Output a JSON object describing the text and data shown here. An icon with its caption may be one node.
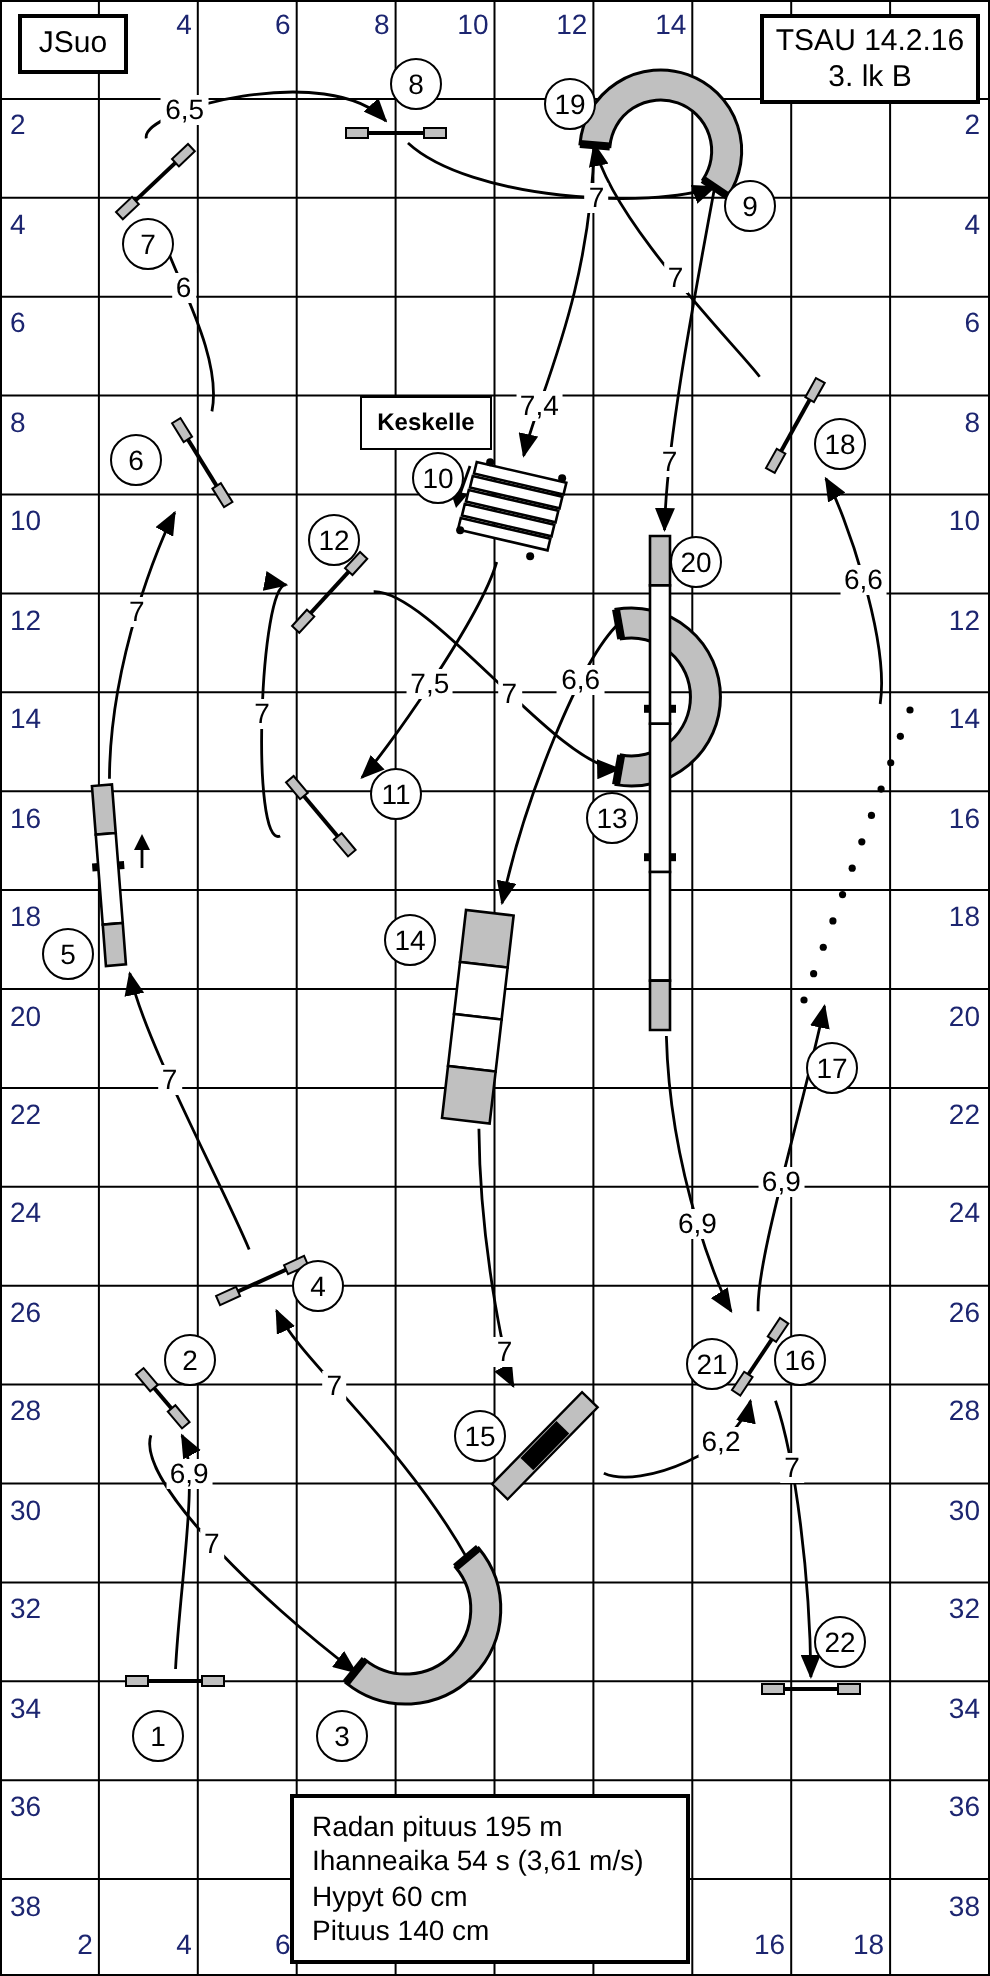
{
  "diagram": {
    "nodes": [
      {
        "text": [
          "JSuo"
        ]
      },
      {
        "text": [
          "TSAU 14.2.16",
          "3. lk B"
        ]
      },
      {
        "text": [],
        "shape": "bar",
        "beside": [
          "1"
        ]
      },
      {
        "text": [],
        "shape": "bar",
        "beside": [
          "2"
        ]
      },
      {
        "text": [],
        "shape": "arc",
        "beside": [
          "3"
        ]
      },
      {
        "text": [],
        "shape": "bar",
        "beside": [
          "4"
        ]
      },
      {
        "text": [],
        "shape": "plank",
        "beside": [
          "5"
        ]
      },
      {
        "text": [],
        "shape": "bar",
        "beside": [
          "6"
        ]
      },
      {
        "text": [],
        "shape": "bar",
        "beside": [
          "7"
        ]
      },
      {
        "text": [],
        "shape": "bar",
        "beside": [
          "8"
        ]
      },
      {
        "text": [],
        "shape": "arc",
        "beside": [
          "19",
          "9"
        ]
      },
      {
        "text": [],
        "shape": "stripes",
        "beside": [
          "10"
        ]
      },
      {
        "text": [
          "Keskelle"
        ]
      },
      {
        "text": [],
        "shape": "bar",
        "beside": [
          "11"
        ]
      },
      {
        "text": [],
        "shape": "bar",
        "beside": [
          "12"
        ]
      },
      {
        "text": [],
        "shape": "arc",
        "beside": [
          "13"
        ]
      },
      {
        "text": [],
        "shape": "plank",
        "beside": [
          "14"
        ]
      },
      {
        "text": [],
        "shape": "tire",
        "beside": [
          "15"
        ]
      },
      {
        "text": [],
        "shape": "bar",
        "beside": [
          "21",
          "16"
        ]
      },
      {
        "text": [],
        "shape": "dots",
        "beside": [
          "17"
        ]
      },
      {
        "text": [],
        "shape": "bar",
        "beside": [
          "18"
        ]
      },
      {
        "text": [],
        "shape": "plank",
        "beside": [
          "20"
        ]
      },
      {
        "text": [],
        "shape": "bar",
        "beside": [
          "22"
        ]
      },
      {
        "text": [
          "Radan pituus 195 m",
          "Ihanneaika 54 s (3,61 m/s)",
          "Hypyt 60 cm",
          "Pituus 140 cm"
        ]
      }
    ],
    "edges": [
      {
        "from": 2,
        "to": 3,
        "arrow": "to",
        "label": "6,9"
      },
      {
        "from": 3,
        "to": 4,
        "arrow": "to",
        "label": "7"
      },
      {
        "from": 4,
        "to": 5,
        "arrow": "to",
        "label": "7"
      },
      {
        "from": 5,
        "to": 6,
        "arrow": "to",
        "label": "7"
      },
      {
        "from": 6,
        "to": 7,
        "arrow": "to",
        "label": "7"
      },
      {
        "from": 7,
        "to": 8,
        "arrow": "to",
        "label": "6"
      },
      {
        "from": 8,
        "to": 9,
        "arrow": "to",
        "label": "6,5"
      },
      {
        "from": 9,
        "to": 10,
        "arrow": "to",
        "label": "7"
      },
      {
        "from": 10,
        "to": 11,
        "arrow": "to",
        "label": "7,4"
      },
      {
        "from": 11,
        "to": 13,
        "arrow": "to",
        "label": "7,5"
      },
      {
        "from": 13,
        "to": 14,
        "arrow": "to",
        "label": "7"
      },
      {
        "from": 14,
        "to": 15,
        "arrow": "to",
        "label": "7"
      },
      {
        "from": 15,
        "to": 16,
        "arrow": "to",
        "label": "6,6"
      },
      {
        "from": 16,
        "to": 17,
        "arrow": "to",
        "label": "7"
      },
      {
        "from": 17,
        "to": 18,
        "arrow": "to",
        "label": "6,2"
      },
      {
        "from": 18,
        "to": 19,
        "arrow": "to",
        "label": "6,9"
      },
      {
        "from": 19,
        "to": 20,
        "arrow": "to",
        "label": "6,6"
      },
      {
        "from": 20,
        "to": 10,
        "arrow": "to",
        "label": "7"
      },
      {
        "from": 10,
        "to": 21,
        "arrow": "to",
        "label": "7"
      },
      {
        "from": 21,
        "to": 18,
        "arrow": "to",
        "label": "6,9"
      },
      {
        "from": 18,
        "to": 22,
        "arrow": "to",
        "label": "7"
      }
    ],
    "labels": [
      "4",
      "6",
      "8",
      "10",
      "12",
      "14",
      "2",
      "2",
      "4",
      "4",
      "6",
      "6",
      "8",
      "8",
      "10",
      "10",
      "12",
      "12",
      "14",
      "14",
      "16",
      "16",
      "18",
      "18",
      "20",
      "20",
      "22",
      "22",
      "24",
      "24",
      "26",
      "26",
      "28",
      "28",
      "30",
      "30",
      "32",
      "32",
      "34",
      "34",
      "36",
      "36",
      "38",
      "38",
      "2",
      "4",
      "6",
      "16",
      "18"
    ]
  }
}
